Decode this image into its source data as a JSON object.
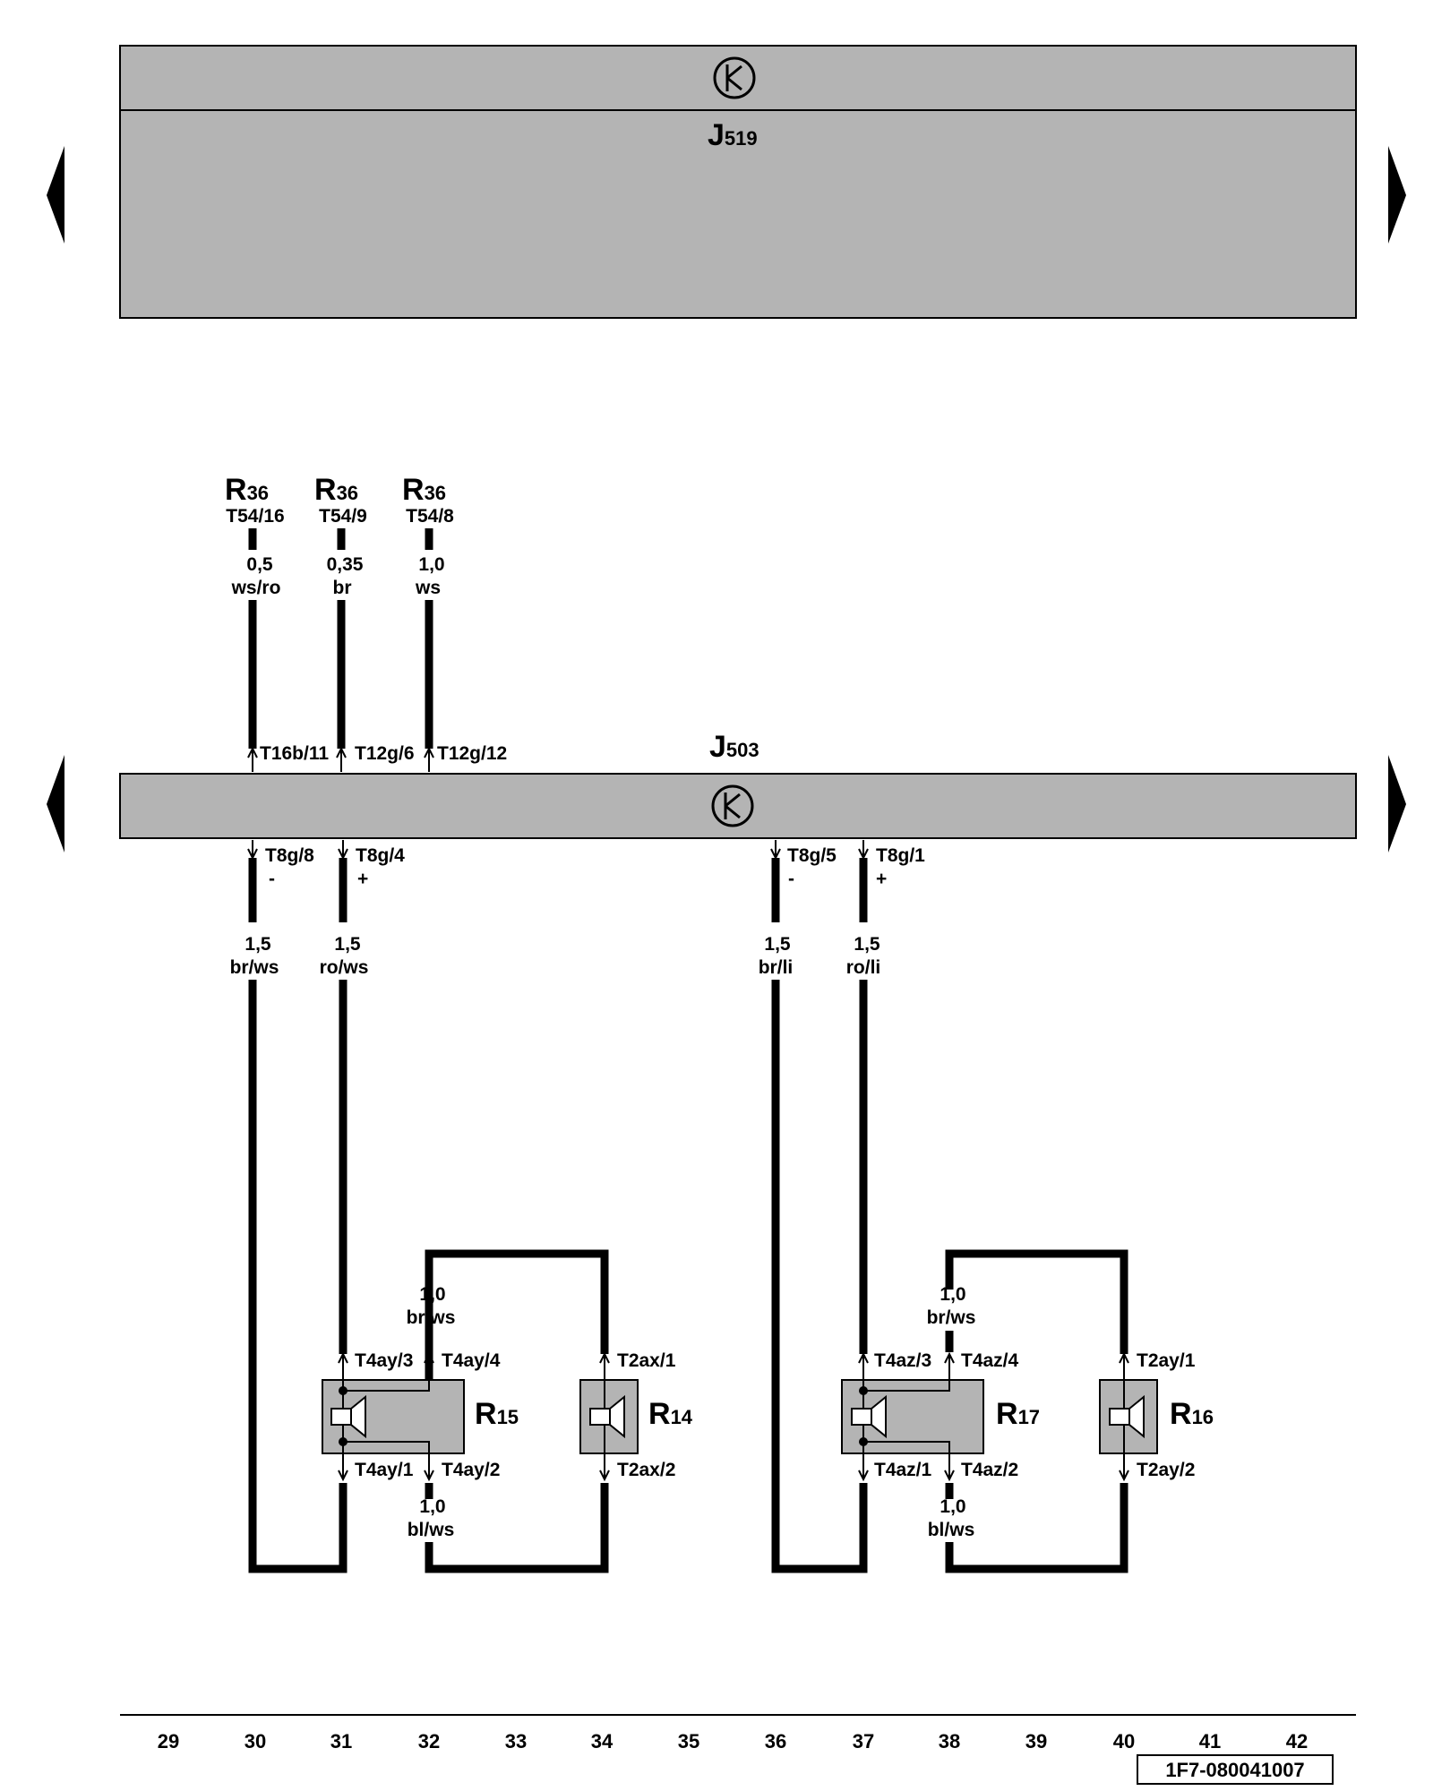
{
  "units": {
    "j519": {
      "letter": "J",
      "sub": "519"
    },
    "j503": {
      "letter": "J",
      "sub": "503"
    }
  },
  "top_refs": [
    {
      "letter": "R",
      "sub": "36",
      "pin": "T54/16",
      "size": "0,5",
      "color": "ws/ro",
      "conn": "T16b/11"
    },
    {
      "letter": "R",
      "sub": "36",
      "pin": "T54/9",
      "size": "0,35",
      "color": "br",
      "conn": "T12g/6"
    },
    {
      "letter": "R",
      "sub": "36",
      "pin": "T54/8",
      "size": "1,0",
      "color": "ws",
      "conn": "T12g/12"
    }
  ],
  "j503_outputs": [
    {
      "pin": "T8g/8",
      "sign": "-",
      "size": "1,5",
      "color": "br/ws"
    },
    {
      "pin": "T8g/4",
      "sign": "+",
      "size": "1,5",
      "color": "ro/ws"
    },
    {
      "pin": "T8g/5",
      "sign": "-",
      "size": "1,5",
      "color": "br/li"
    },
    {
      "pin": "T8g/1",
      "sign": "+",
      "size": "1,5",
      "color": "ro/li"
    }
  ],
  "left_group": {
    "top_wire": {
      "size": "1,0",
      "color": "br/ws"
    },
    "bottom_wire": {
      "size": "1,0",
      "color": "bl/ws"
    },
    "speaker_a": {
      "letter": "R",
      "sub": "15",
      "pin_tl": "T4ay/3",
      "pin_tr": "T4ay/4",
      "pin_bl": "T4ay/1",
      "pin_br": "T4ay/2"
    },
    "speaker_b": {
      "letter": "R",
      "sub": "14",
      "pin_t": "T2ax/1",
      "pin_b": "T2ax/2"
    }
  },
  "right_group": {
    "top_wire": {
      "size": "1,0",
      "color": "br/ws"
    },
    "bottom_wire": {
      "size": "1,0",
      "color": "bl/ws"
    },
    "speaker_a": {
      "letter": "R",
      "sub": "17",
      "pin_tl": "T4az/3",
      "pin_tr": "T4az/4",
      "pin_bl": "T4az/1",
      "pin_br": "T4az/2"
    },
    "speaker_b": {
      "letter": "R",
      "sub": "16",
      "pin_t": "T2ay/1",
      "pin_b": "T2ay/2"
    }
  },
  "grid_numbers": [
    "29",
    "30",
    "31",
    "32",
    "33",
    "34",
    "35",
    "36",
    "37",
    "38",
    "39",
    "40",
    "41",
    "42"
  ],
  "doc_id": "1F7-080041007"
}
